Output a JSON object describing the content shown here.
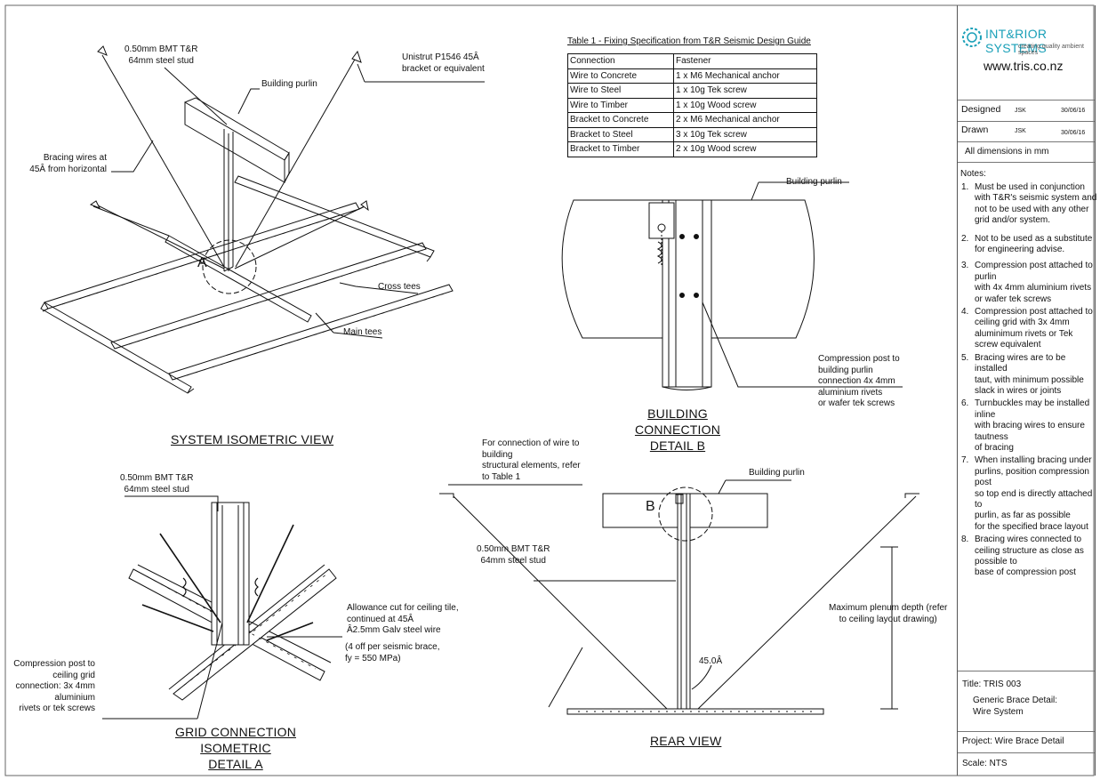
{
  "table": {
    "caption": "Table 1 - Fixing Specification from T&R Seismic Design Guide",
    "header": [
      "Connection",
      "Fastener"
    ],
    "rows": [
      [
        "Wire to Concrete",
        "1 x M6 Mechanical anchor"
      ],
      [
        "Wire to Steel",
        "1 x 10g Tek screw"
      ],
      [
        "Wire to Timber",
        "1 x 10g Wood screw"
      ],
      [
        "Bracket to Concrete",
        "2 x M6 Mechanical anchor"
      ],
      [
        "Bracket to Steel",
        "3 x 10g Tek screw"
      ],
      [
        "Bracket to Timber",
        "2 x 10g Wood screw"
      ]
    ]
  },
  "views": {
    "system_iso": "SYSTEM ISOMETRIC VIEW",
    "building_detail": "BUILDING CONNECTION\nDETAIL B",
    "grid_detail": "GRID CONNECTION ISOMETRIC\nDETAIL A",
    "rear": "REAR VIEW"
  },
  "labels": {
    "stud_top": "0.50mm BMT T&R\n64mm steel stud",
    "unistrut": "Unistrut P1546 45Â\nbracket or equivalent",
    "purlin_top": "Building purlin",
    "bracing": "Bracing wires at\n45Â from horizontal",
    "cross_tees": "Cross tees",
    "main_tees": "Main tees",
    "marker_a": "A",
    "purlin_b": "Building purlin",
    "comp_post_b": "Compression post to\nbuilding purlin\nconnection 4x 4mm\naluminium rivets\nor wafer tek screws",
    "stud_grid": "0.50mm BMT T&R\n64mm steel stud",
    "allowance": "Allowance cut for ceiling tile,\ncontinued at 45Â\nÂ2.5mm Galv steel wire",
    "off_per": "(4 off per seismic brace,\nfy = 550 MPa)",
    "comp_post_grid": "Compression post to\nceiling grid\nconnection: 3x 4mm\naluminium\nrivets or tek screws",
    "wire_conn": "For connection of wire to\nbuilding\nstructural elements, refer\nto Table 1",
    "purlin_rear": "Building purlin",
    "marker_b": "B",
    "stud_rear": "0.50mm BMT T&R\n64mm steel stud",
    "plenum": "Maximum plenum depth (refer\nto ceiling layout drawing)",
    "angle": "45.0Â"
  },
  "title_block": {
    "company": "INT&RIOR SYSTEMS",
    "tagline": "creating quality ambient spaces",
    "url": "www.tris.co.nz",
    "designed_label": "Designed",
    "designed_by": "JSK",
    "designed_date": "30/06/16",
    "drawn_label": "Drawn",
    "drawn_by": "JSK",
    "drawn_date": "30/06/16",
    "dims": "All dimensions in mm",
    "notes_label": "Notes:",
    "notes": [
      "Must be used in conjunction with  T&R's seismic system and not to be used with any other grid and/or system.",
      "Not to be used as a substitute for engineering advise.",
      "Compression post attached to purlin\nwith 4x 4mm aluminium rivets or wafer tek screws",
      "Compression post attached to ceiling grid with 3x 4mm aluminimum rivets or Tek screw equivalent",
      "Bracing wires are to be installed\ntaut, with minimum possible slack in wires or joints",
      "Turnbuckles may be installed inline\nwith bracing wires to ensure tautness\nof bracing",
      "When installing bracing under purlins, position compression post\nso top end is directly attached to\npurlin, as far as possible\nfor the  specified brace layout",
      "Bracing wires connected to ceiling  structure as close as possible to\nbase of compression post"
    ],
    "title_label": "Title: TRIS 003",
    "title_value": "Generic Brace Detail:\nWire System",
    "project": "Project:  Wire Brace Detail",
    "scale": "Scale: NTS"
  }
}
